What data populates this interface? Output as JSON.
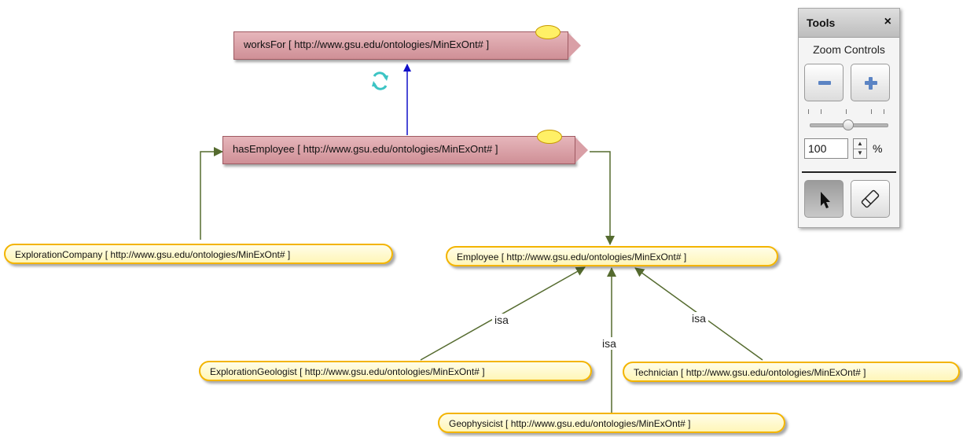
{
  "nodes": {
    "works_for": "worksFor [ http://www.gsu.edu/ontologies/MinExOnt# ]",
    "has_employee": "hasEmployee [ http://www.gsu.edu/ontologies/MinExOnt# ]",
    "exploration_company": "ExplorationCompany [ http://www.gsu.edu/ontologies/MinExOnt# ]",
    "employee": "Employee [ http://www.gsu.edu/ontologies/MinExOnt# ]",
    "exploration_geologist": "ExplorationGeologist [ http://www.gsu.edu/ontologies/MinExOnt# ]",
    "geophysicist": "Geophysicist [ http://www.gsu.edu/ontologies/MinExOnt# ]",
    "technician": "Technician [ http://www.gsu.edu/ontologies/MinExOnt# ]"
  },
  "edge_labels": {
    "isa_left": "isa",
    "isa_center": "isa",
    "isa_right": "isa"
  },
  "colors": {
    "inverse_edge": "#1010c8",
    "domain_range_edge": "#556b2f",
    "inverse_icon": "#3cc4c4"
  },
  "tools": {
    "title": "Tools",
    "close": "×",
    "zoom_title": "Zoom Controls",
    "zoom_value": "100",
    "zoom_unit": "%",
    "zoom_fraction": 0.5,
    "mode_selected": "pointer"
  }
}
